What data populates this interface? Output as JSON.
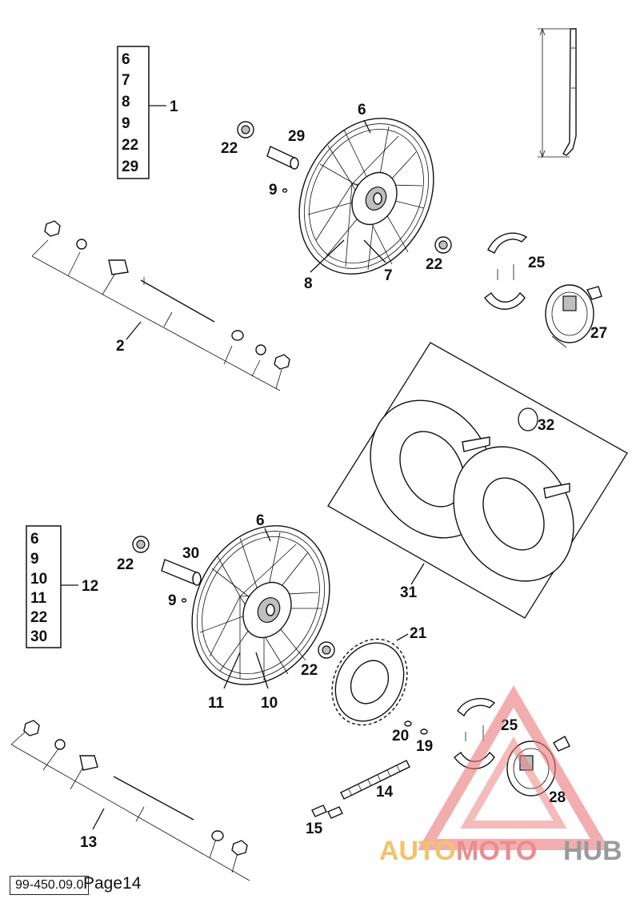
{
  "kit_front": {
    "items": [
      "6",
      "7",
      "8",
      "9",
      "22",
      "29"
    ],
    "ref": "1"
  },
  "kit_rear": {
    "items": [
      "6",
      "9",
      "10",
      "11",
      "22",
      "30"
    ],
    "ref": "12"
  },
  "callouts": {
    "front_axle": "2",
    "front_rim": "6",
    "front_spoke_7": "7",
    "front_spoke_8": "8",
    "front_spacer_9": "9",
    "front_bearing_left": "22",
    "front_bearing_right": "22",
    "front_spacer_29": "29",
    "front_brake_shoes": "25",
    "front_brake_plate": "27",
    "brake_disc_set": "31",
    "circlip": "32",
    "rear_rim": "6",
    "rear_spacer_9": "9",
    "rear_spacer_30": "30",
    "rear_bearing_left": "22",
    "rear_bearing_right": "22",
    "rear_spoke_10": "10",
    "rear_spoke_11": "11",
    "sprocket": "21",
    "bolt": "20",
    "nut": "19",
    "chain": "14",
    "chain_link": "15",
    "rear_axle": "13",
    "rear_brake_shoes": "25",
    "rear_brake_plate": "28"
  },
  "watermark": {
    "part1": "AUTO",
    "part2": "MOTO",
    "part3": "HUB",
    "color1": "#f2b950",
    "color2": "#e9797a",
    "color3": "#8a8a8a"
  },
  "footer": {
    "code": "99-450.09.0",
    "page": "Page14"
  }
}
